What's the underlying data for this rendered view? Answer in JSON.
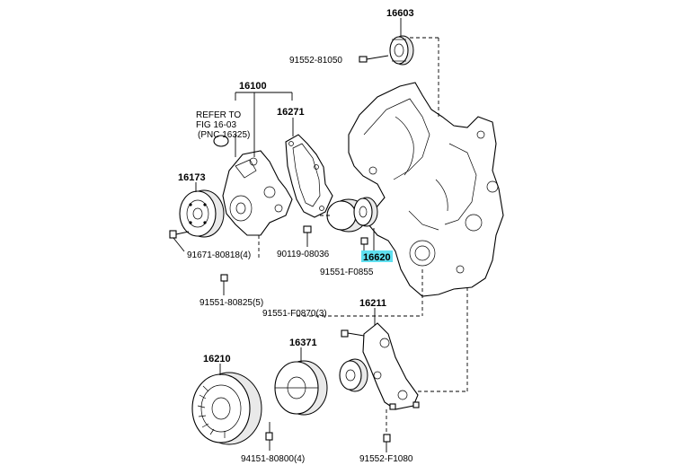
{
  "labels": {
    "p16603": "16603",
    "b91552_81050": "91552-81050",
    "p16100": "16100",
    "refer1": "REFER TO",
    "refer2": "FIG 16-03",
    "refer3": "(PNC 16325)",
    "p16271": "16271",
    "p16173": "16173",
    "b91671_80818": "91671-80818(4)",
    "b90119_08036": "90119-08036",
    "p16620": "16620",
    "b91551_f0855": "91551-F0855",
    "b91551_80825": "91551-80825(5)",
    "b91551_f0870": "91551-F0870(3)",
    "p16211": "16211",
    "p16210": "16210",
    "p16371": "16371",
    "b94151_80800": "94151-80800(4)",
    "b91552_f1080": "91552-F1080"
  },
  "highlight_color": "#5fe0f0"
}
